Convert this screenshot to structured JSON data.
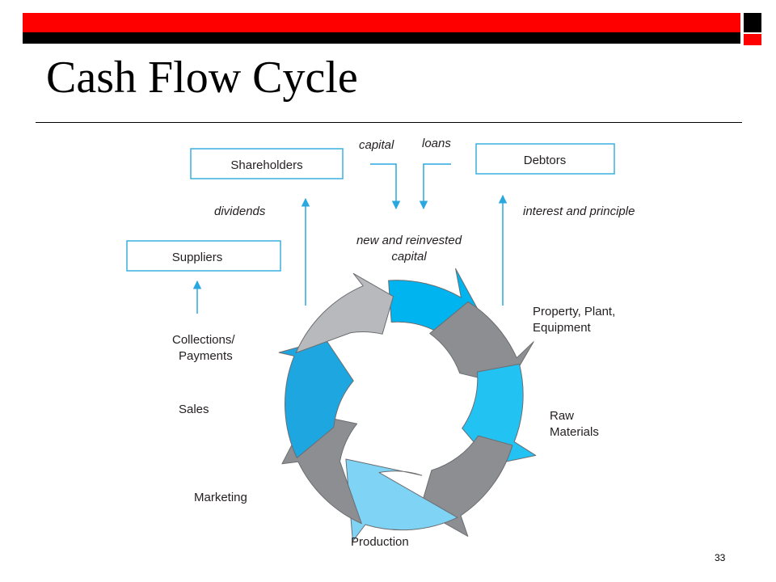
{
  "slide": {
    "title": "Cash Flow Cycle",
    "page_number": "33",
    "header_colors": {
      "bar_red": "#ff0000",
      "bar_black": "#000000"
    }
  },
  "diagram": {
    "boxes": {
      "shareholders": "Shareholders",
      "debtors": "Debtors",
      "suppliers": "Suppliers"
    },
    "flow_labels": {
      "capital": "capital",
      "loans": "loans",
      "dividends": "dividends",
      "interest_and_principle": "interest and principle",
      "new_capital_line1": "new and reinvested",
      "new_capital_line2": "capital"
    },
    "cycle_labels": {
      "ppe_line1": "Property, Plant,",
      "ppe_line2": "Equipment",
      "raw_line1": "Raw",
      "raw_line2": "Materials",
      "production": "Production",
      "marketing": "Marketing",
      "sales": "Sales",
      "collections_line1": "Collections/",
      "collections_line2": "Payments"
    },
    "colors": {
      "box_border": "#3ab0e0",
      "arrow_line": "#29a8e0",
      "cycle_blue_bright": "#00b4ef",
      "cycle_blue_mid": "#1ea6e0",
      "cycle_blue_light": "#7fd3f5",
      "cycle_gray_dark": "#8c8e91",
      "cycle_gray_light": "#b7b9bc"
    }
  }
}
